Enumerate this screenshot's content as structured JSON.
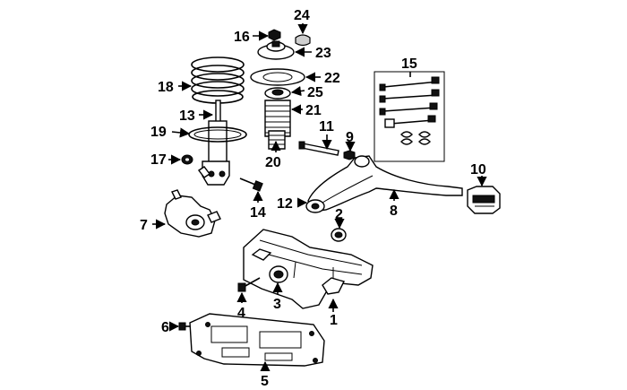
{
  "diagram": {
    "labels": {
      "p1": "1",
      "p2": "2",
      "p3": "3",
      "p4": "4",
      "p5": "5",
      "p6": "6",
      "p7": "7",
      "p8": "8",
      "p9": "9",
      "p10": "10",
      "p11": "11",
      "p12": "12",
      "p13": "13",
      "p14": "14",
      "p15": "15",
      "p16": "16",
      "p17": "17",
      "p18": "18",
      "p19": "19",
      "p20": "20",
      "p21": "21",
      "p22": "22",
      "p23": "23",
      "p24": "24",
      "p25": "25"
    }
  }
}
